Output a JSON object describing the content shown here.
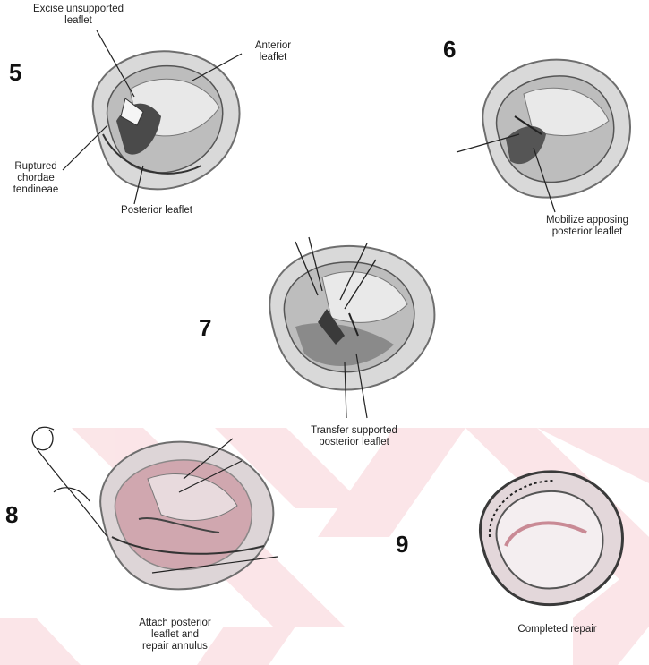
{
  "colors": {
    "watermark": "#fbe3e6",
    "tissue_dark": "#2b2b2b",
    "tissue_mid": "#8a8a8a",
    "tissue_light": "#d9d9d9",
    "tissue_pink": "#c98a95"
  },
  "figures": {
    "fig5": {
      "number": "5",
      "labels": {
        "excise": [
          "Excise unsupported",
          "leaflet"
        ],
        "anterior": [
          "Anterior",
          "leaflet"
        ],
        "chordae": [
          "Ruptured",
          "chordae",
          "tendineae"
        ],
        "posterior": [
          "Posterior leaflet"
        ]
      }
    },
    "fig6": {
      "number": "6",
      "labels": {
        "mobilize": [
          "Mobilize apposing",
          "posterior leaflet"
        ]
      }
    },
    "fig7": {
      "number": "7",
      "labels": {
        "transfer": [
          "Transfer supported",
          "posterior leaflet"
        ]
      }
    },
    "fig8": {
      "number": "8",
      "labels": {
        "attach": [
          "Attach posterior",
          "leaflet and",
          "repair annulus"
        ]
      }
    },
    "fig9": {
      "number": "9",
      "labels": {
        "completed": [
          "Completed repair"
        ]
      }
    }
  }
}
